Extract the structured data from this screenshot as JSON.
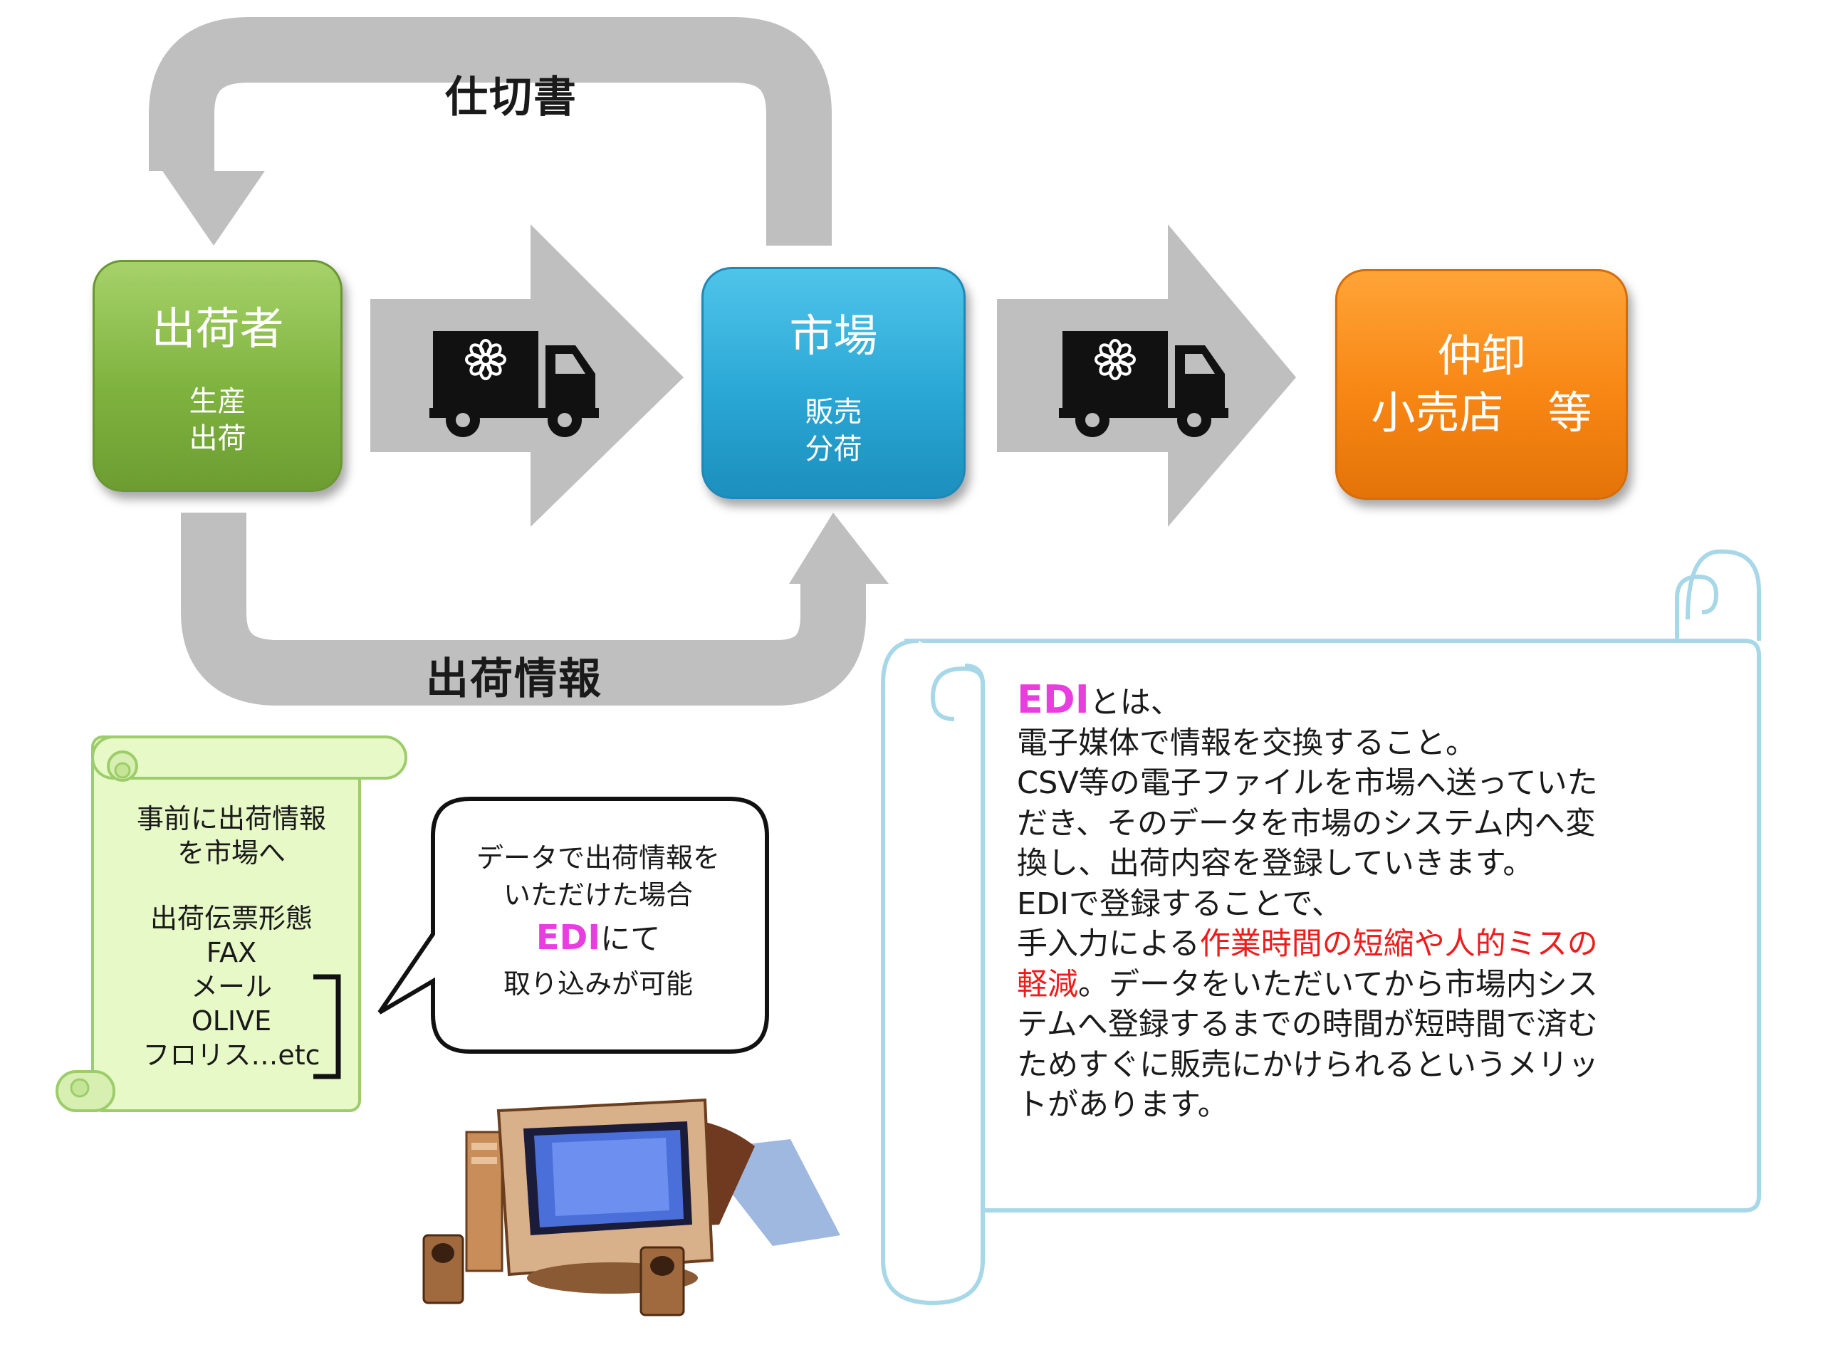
{
  "flow": {
    "top_label": "仕切書",
    "bottom_label": "出荷情報"
  },
  "shipper": {
    "title": "出荷者",
    "line1": "生産",
    "line2": "出荷"
  },
  "market": {
    "title": "市場",
    "line1": "販売",
    "line2": "分荷"
  },
  "retail": {
    "line1": "仲卸",
    "line2": "小売店　等"
  },
  "green_note": {
    "line1": "事前に出荷情報",
    "line2": "を市場へ",
    "line3": "出荷伝票形態",
    "line4": "FAX",
    "line5": "メール",
    "line6": "OLIVE",
    "line7": "フロリス…etc"
  },
  "bubble": {
    "line1": "データで出荷情報を",
    "line2": "いただけた場合",
    "edi": "EDI",
    "line3_suffix": "にて",
    "line4": "取り込みが可能"
  },
  "edi_scroll": {
    "edi": "EDI",
    "head_suffix": "とは、",
    "l2": "電子媒体で情報を交換すること。",
    "l3": "CSV等の電子ファイルを市場へ送っていた",
    "l4": "だき、そのデータを市場のシステム内へ変",
    "l5": "換し、出荷内容を登録していきます。",
    "l6": "EDIで登録することで、",
    "l7_prefix": "手入力による",
    "l7_red": "作業時間の短縮や人的ミスの",
    "l8_red": "軽減",
    "l8_rest": "。データをいただいてから市場内シス",
    "l9": "テムへ登録するまでの時間が短時間で済む",
    "l10": "ためすぐに販売にかけられるというメリッ",
    "l11": "トがあります。"
  },
  "colors": {
    "arrow_gray": "#bfbfbf",
    "shipper_green": "#7fb33f",
    "market_blue": "#2aa7d5",
    "retail_orange": "#f78614",
    "edi_pink": "#e83ee0",
    "highlight_red": "#ee1c1c",
    "scroll_border": "#a8d8e8",
    "note_green": "#e8f9c8"
  },
  "icons": [
    "truck-icon",
    "flower-icon",
    "computer-icon"
  ]
}
